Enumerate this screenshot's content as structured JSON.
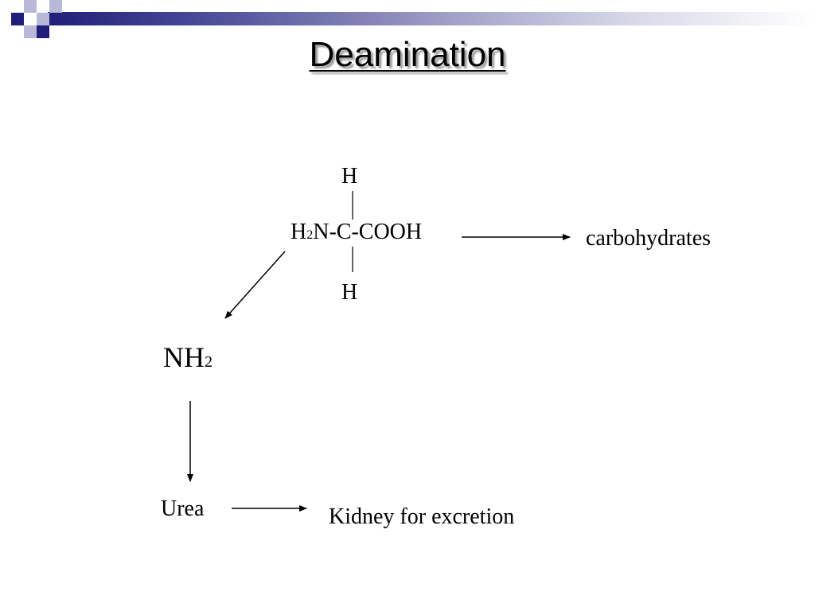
{
  "slide": {
    "title": "Deamination"
  },
  "molecule": {
    "top_h": "H",
    "bottom_h": "H",
    "formula_prefix": "H",
    "formula_subscript": "2",
    "formula_rest": "N-C-COOH"
  },
  "products": {
    "carbohydrates": "carbohydrates",
    "ammonia_base": "NH",
    "ammonia_subscript": "2",
    "urea": "Urea",
    "kidney": "Kidney for excretion"
  },
  "colors": {
    "accent_dark": "#1f1f7a",
    "accent_light": "#9a9ac4"
  }
}
